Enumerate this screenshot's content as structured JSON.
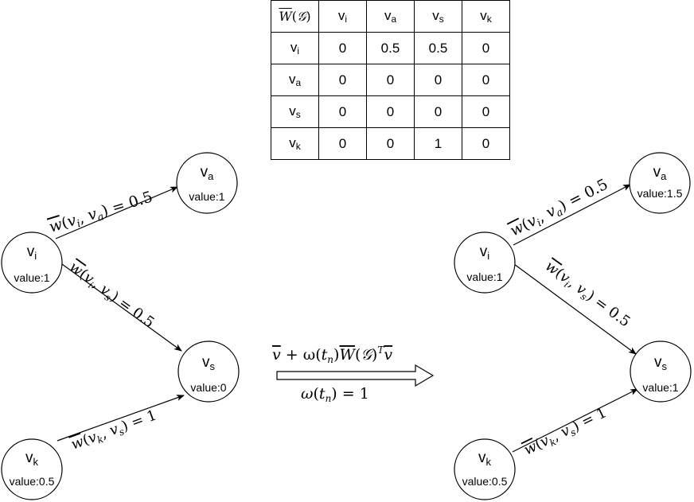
{
  "matrix": {
    "corner_label": "W(𝒢)",
    "column_headers": [
      "vi",
      "va",
      "vs",
      "vk"
    ],
    "rows": [
      {
        "label": "vi",
        "values": [
          "0",
          "0.5",
          "0.5",
          "0"
        ]
      },
      {
        "label": "va",
        "values": [
          "0",
          "0",
          "0",
          "0"
        ]
      },
      {
        "label": "vs",
        "values": [
          "0",
          "0",
          "0",
          "0"
        ]
      },
      {
        "label": "vk",
        "values": [
          "0",
          "0",
          "1",
          "0"
        ]
      }
    ]
  },
  "left_graph": {
    "nodes": {
      "vi": {
        "name": "v",
        "sub": "i",
        "value": "value:1"
      },
      "va": {
        "name": "v",
        "sub": "a",
        "value": "value:1"
      },
      "vs": {
        "name": "v",
        "sub": "s",
        "value": "value:0"
      },
      "vk": {
        "name": "v",
        "sub": "k",
        "value": "value:0.5"
      }
    },
    "edges": {
      "ia": "w(vi, va) = 0.5",
      "is": "w(vi, vs) = 0.5",
      "ks": "w(vk, vs) = 1"
    }
  },
  "right_graph": {
    "nodes": {
      "vi": {
        "name": "v",
        "sub": "i",
        "value": "value:1"
      },
      "va": {
        "name": "v",
        "sub": "a",
        "value": "value:1.5"
      },
      "vs": {
        "name": "v",
        "sub": "s",
        "value": "value:1"
      },
      "vk": {
        "name": "v",
        "sub": "k",
        "value": "value:0.5"
      }
    },
    "edges": {
      "ia": "w(vi, va) = 0.5",
      "is": "w(vi, vs) = 0.5",
      "ks": "w(vk, vs) = 1"
    }
  },
  "transform": {
    "formula": "v + ω(tn)W(𝒢)ᵀv",
    "condition": "ω(tn) = 1"
  }
}
